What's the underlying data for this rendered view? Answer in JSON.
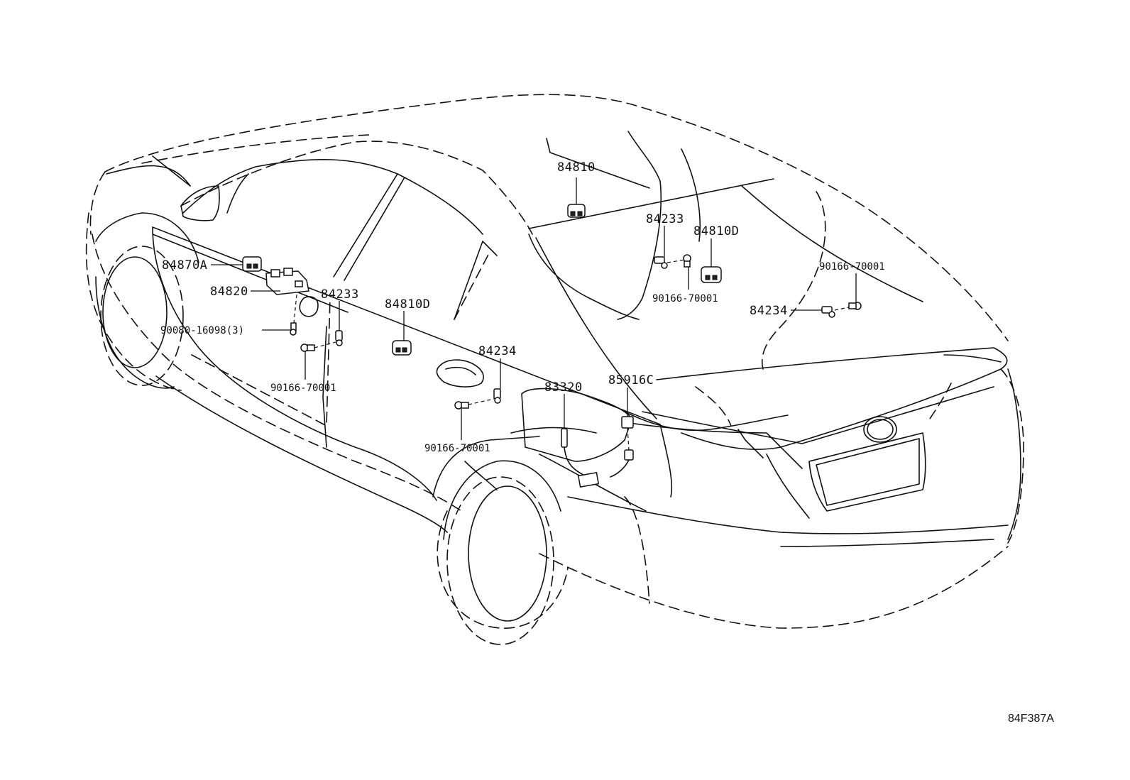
{
  "labels": {
    "p84810": "84810",
    "p84233_right": "84233",
    "p84810D_right": "84810D",
    "p90166_right_top": "90166-70001",
    "p90166_right_mid": "90166-70001",
    "p84234_right": "84234",
    "p84870A": "84870A",
    "p84820": "84820",
    "p84233_left": "84233",
    "p84810D_left": "84810D",
    "p90080": "90080-16098(3)",
    "p90166_left": "90166-70001",
    "p84234_left": "84234",
    "p83320": "83320",
    "p85916C": "85916C",
    "p90166_center": "90166-70001"
  },
  "figure_code": "84F387A"
}
